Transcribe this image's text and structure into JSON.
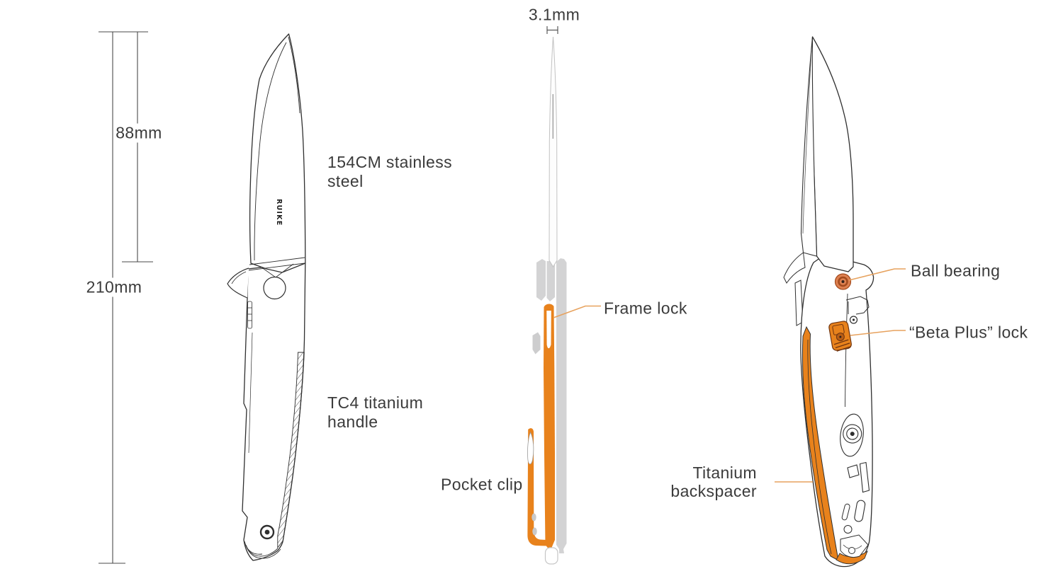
{
  "page": {
    "background": "#ffffff"
  },
  "colors": {
    "accent_orange": "#e8821c",
    "leader_orange": "#e7a25e",
    "line_dark": "#2f2f2f",
    "handle_gray": "#d3d3d4",
    "label_text": "#3b3b3b"
  },
  "brand": {
    "blade_logo": "RUIKE"
  },
  "front_view": {
    "dim_blade_length": "88mm",
    "dim_overall_length": "210mm",
    "label_steel_line1": "154CM stainless",
    "label_steel_line2": "steel",
    "label_handle_line1": "TC4 titanium",
    "label_handle_line2": "handle"
  },
  "side_view": {
    "dim_thickness": "3.1mm",
    "label_frame_lock": "Frame lock",
    "label_pocket_clip": "Pocket clip"
  },
  "back_view": {
    "label_ball_bearing": "Ball bearing",
    "label_beta_lock": "“Beta Plus” lock",
    "label_backspacer_line1": "Titanium",
    "label_backspacer_line2": "backspacer"
  }
}
